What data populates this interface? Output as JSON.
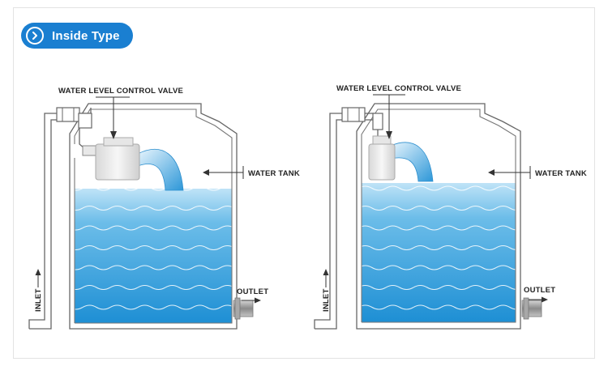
{
  "header": {
    "badge_label": "Inside Type",
    "badge_icon": "chevron-right-icon",
    "accent_color": "#1a7fd1"
  },
  "diagrams": [
    {
      "valve_label": "WATER LEVEL CONTROL VALVE",
      "tank_label": "WATER TANK",
      "inlet_label": "INLET",
      "outlet_label": "OUTLET"
    },
    {
      "valve_label": "WATER LEVEL CONTROL VALVE",
      "tank_label": "WATER TANK",
      "inlet_label": "INLET",
      "outlet_label": "OUTLET"
    }
  ]
}
